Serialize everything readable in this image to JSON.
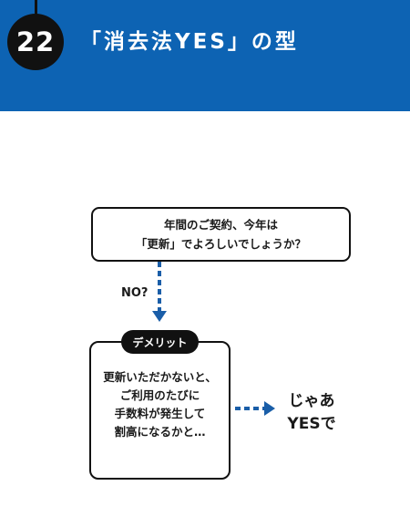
{
  "header": {
    "number": "22",
    "title": "「消去法YES」の型"
  },
  "flow": {
    "question_lines": [
      "年間のご契約、今年は",
      "「更新」でよろしいでしょうか？"
    ],
    "branch_label": "NO?",
    "tag_label": "デメリット",
    "demerit_lines": [
      "更新いただかないと、",
      "ご利用のたびに",
      "手数料が発生して",
      "割高になるかと…"
    ],
    "result_lines": [
      "じゃあ",
      "YESで"
    ]
  },
  "colors": {
    "header_bg": "#0d63b3",
    "arrow": "#1a5ea8",
    "ink": "#111111"
  }
}
